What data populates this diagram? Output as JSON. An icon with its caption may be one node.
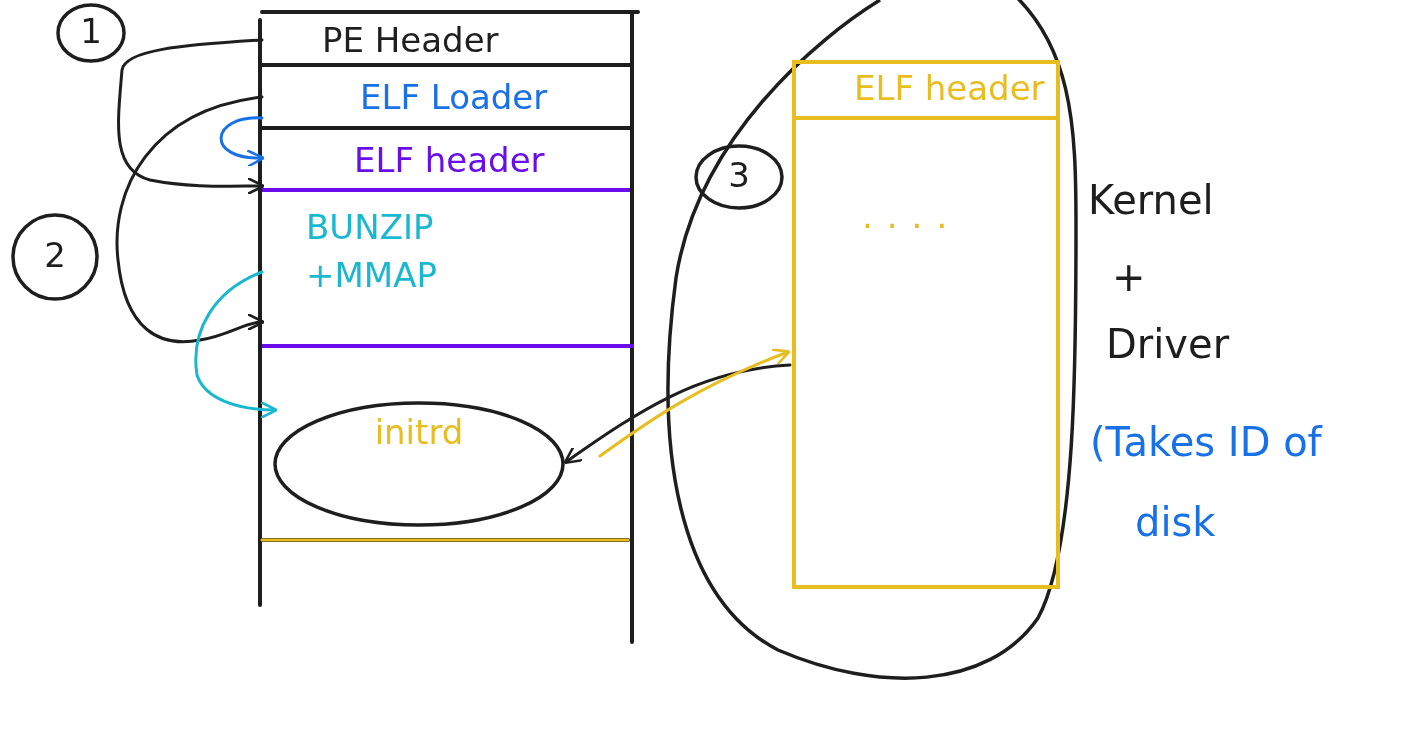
{
  "diagram": {
    "nodes": [
      {
        "text": [
          "PE Header"
        ]
      },
      {
        "text": [
          "ELF Loader"
        ]
      },
      {
        "text": [
          "ELF header"
        ]
      },
      {
        "text": [
          "BUNZIP +MMAP"
        ]
      },
      {
        "text": [
          "initrd"
        ]
      },
      {
        "text": [
          "1"
        ]
      },
      {
        "text": [
          "2"
        ]
      },
      {
        "text": [],
        "shape": "cloud"
      },
      {
        "text": [
          "3"
        ],
        "in": 7
      },
      {
        "text": [
          "ELF header",
          "...."
        ],
        "in": 7
      }
    ],
    "edges": [
      {
        "from": 0,
        "to": 2,
        "arrow": "to"
      },
      {
        "from": 1,
        "to": 2,
        "arrow": "to",
        "color": "#1971e8"
      },
      {
        "from": 1,
        "to": 3,
        "arrow": "to"
      },
      {
        "from": 3,
        "to": 4,
        "arrow": "to",
        "color": "#1ab8d0"
      },
      {
        "from": 9,
        "to": 4,
        "arrow": "to"
      },
      {
        "from": null,
        "to": 9,
        "arrow": "to",
        "color": "#e8bd20"
      }
    ],
    "labels": [
      "Kernel",
      "+",
      "Driver",
      "(Takes ID of",
      "disk"
    ]
  }
}
